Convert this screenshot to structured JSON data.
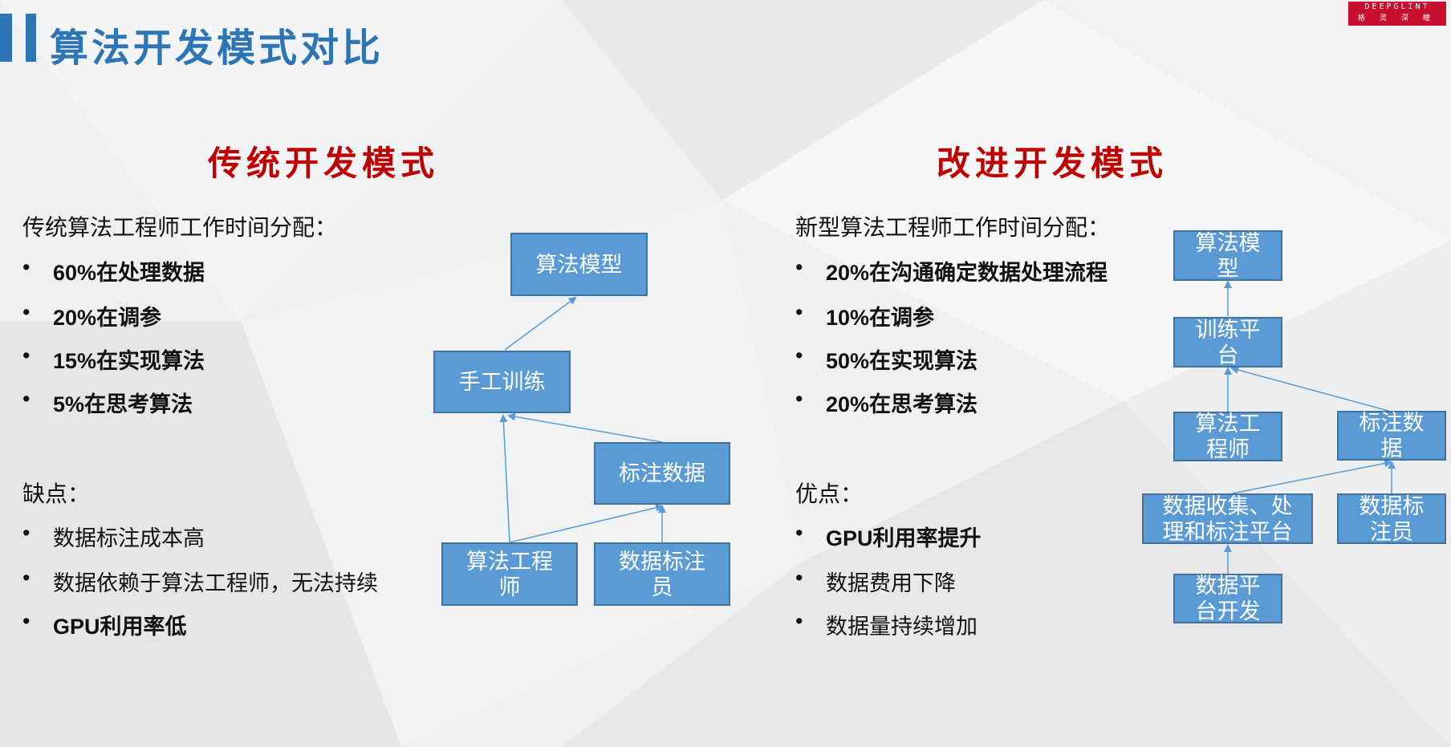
{
  "header": {
    "title": "算法开发模式对比"
  },
  "logo": {
    "en": "DEEPGLINT",
    "cn": "格灵深瞳"
  },
  "left": {
    "heading": "传统开发模式",
    "intro": "传统算法工程师工作时间分配：",
    "items": [
      "60%在处理数据",
      "20%在调参",
      "15%在实现算法",
      "5%在思考算法"
    ],
    "cons_label": "缺点：",
    "cons": [
      "数据标注成本高",
      "数据依赖于算法工程师，无法持续",
      "GPU利用率低"
    ],
    "diagram": {
      "model": "算法模型",
      "train": "手工训练",
      "labeled": "标注数据",
      "engineer": "算法工程师",
      "annotator": "数据标注员"
    }
  },
  "right": {
    "heading": "改进开发模式",
    "intro": "新型算法工程师工作时间分配：",
    "items": [
      "20%在沟通确定数据处理流程",
      "10%在调参",
      "50%在实现算法",
      "20%在思考算法"
    ],
    "pros_label": "优点：",
    "pros": [
      "GPU利用率提升",
      "数据费用下降",
      "数据量持续增加"
    ],
    "diagram": {
      "model": "算法模型",
      "train": "训练平台",
      "engineer": "算法工程师",
      "labeled": "标注数据",
      "platform": "数据收集、处理和标注平台",
      "annotator": "数据标注员",
      "dev": "数据平台开发"
    }
  },
  "bullet": "•",
  "colors": {
    "accent": "#2e75b6",
    "heading": "#c00000",
    "box": "#5b9bd5",
    "box_border": "#41719c"
  }
}
